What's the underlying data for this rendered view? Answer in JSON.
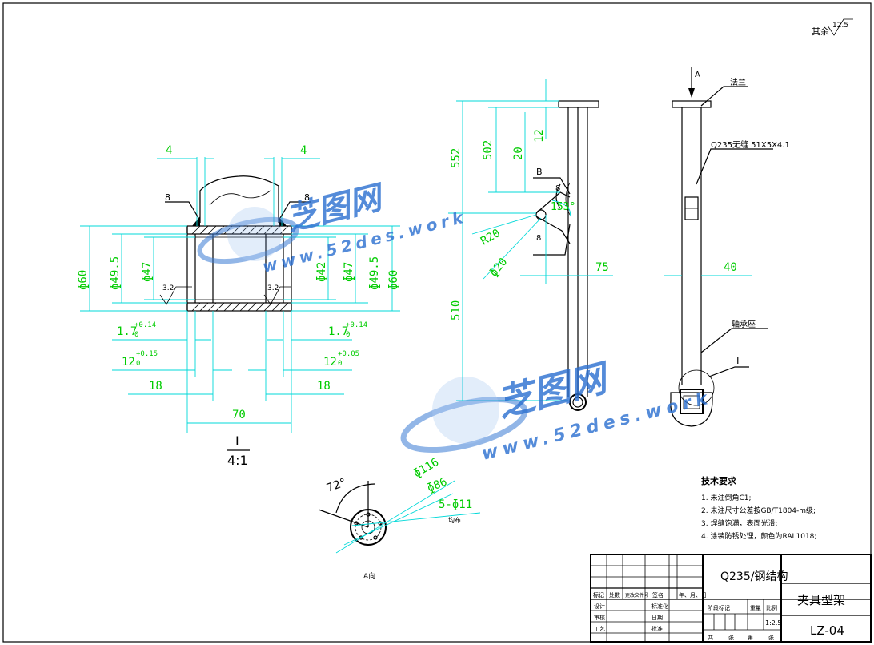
{
  "header": {
    "surface_label": "其余",
    "roughness_other": "12.5"
  },
  "detail_i": {
    "dims": {
      "top_left": "4",
      "top_right": "4",
      "d60_left": "ɸ60",
      "d495_left": "ɸ49.5",
      "d47_left": "ɸ47",
      "d42": "ɸ42",
      "d47_right": "ɸ47",
      "d495_right": "ɸ49.5",
      "d60_right": "ɸ60",
      "chamfer_left": "1.7",
      "chamfer_right": "1.7",
      "chamfer_tol": "+0.14",
      "chamfer_tol_lower": "0",
      "depth_left": "12",
      "depth_right": "12",
      "depth_tol": "+0.15",
      "depth_tol_right": "+0.05",
      "depth_tol_lower": "0",
      "w18_left": "18",
      "w18_right": "18",
      "w70": "70",
      "weld_left": "8",
      "weld_right": "8",
      "rough_left": "3.2",
      "rough_right": "3.2"
    },
    "label": "I",
    "scale": "4:1"
  },
  "front_view": {
    "dims": {
      "h552": "552",
      "h502": "502",
      "h12": "12",
      "w20": "20",
      "r20": "R20",
      "d20": "ɸ20",
      "ang153": "153°",
      "w75": "75",
      "h510": "510",
      "weld_b": "8",
      "weld_c": "8",
      "sect_b": "B"
    }
  },
  "side_view": {
    "arrow_a": "A",
    "flange_label": "法兰",
    "tube_label": "Q235无缝 51X5X4.1",
    "bearing_label": "轴承座",
    "w40": "40",
    "detail_mark": "I"
  },
  "section_a": {
    "angle": "72°",
    "d116": "ɸ116",
    "d86": "ɸ86",
    "holes": "5-ɸ11",
    "hole_note": "均布",
    "label": "A向"
  },
  "notes": {
    "title": "技术要求",
    "items": [
      "1. 未注倒角C1;",
      "2. 未注尺寸公差按GB/T1804-m级;",
      "3. 焊缝饱满，表面光滑;",
      "4. 涂装防锈处理，颜色为RAL1018;"
    ]
  },
  "title_block": {
    "material": "Q235/钢结构",
    "part_name": "夹具型架",
    "drawing_no": "LZ-04",
    "scale_val": "1:2.5",
    "col_headers": [
      "标记",
      "处数",
      "更改文件号",
      "签名",
      "年、月、日"
    ],
    "row_labels": [
      "设计",
      "审核",
      "工艺"
    ],
    "mid_labels": [
      "标准化",
      "日期",
      "批准"
    ],
    "stage_label": "阶段标记",
    "weight_label": "重量",
    "scale_label": "比例",
    "bottom_labels": [
      "共",
      "张",
      "第",
      "张"
    ]
  },
  "watermark": {
    "brand": "芝图网",
    "url": "www.52des.work"
  }
}
